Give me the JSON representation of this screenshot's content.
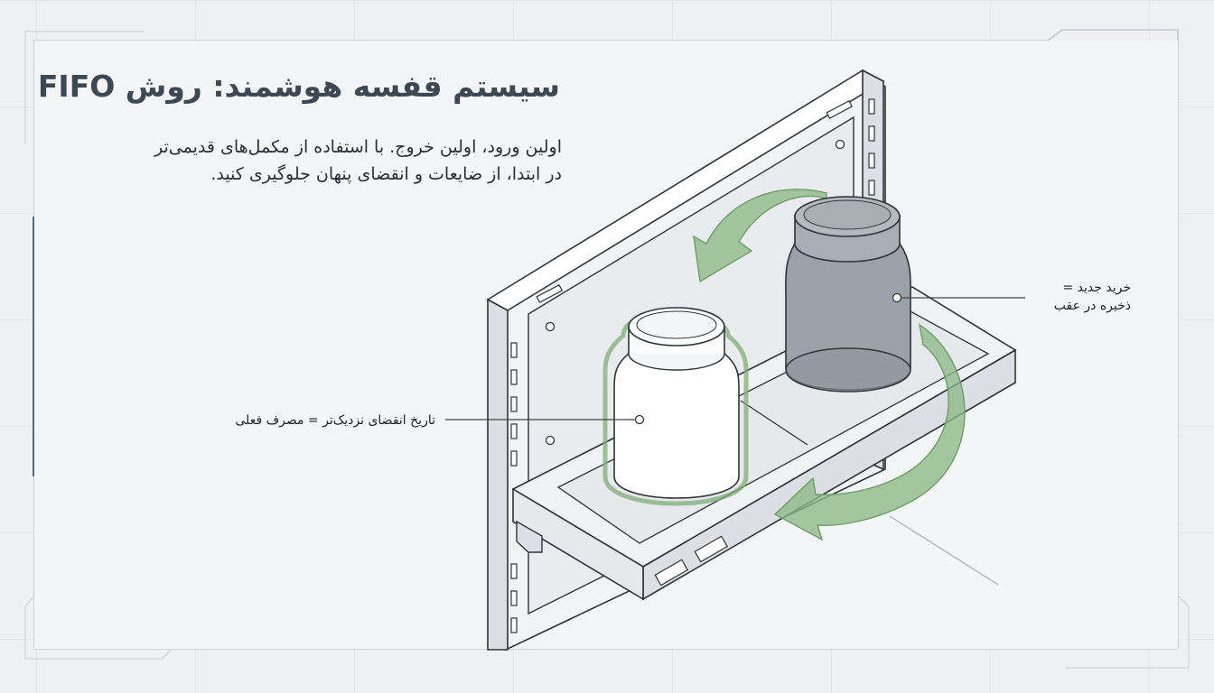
{
  "title": "سیستم قفسه هوشمند: روش FIFO",
  "subtitle": {
    "line1": "اولین ورود، اولین خروج. با استفاده از مکمل‌های قدیمی‌تر",
    "line2": "در ابتدا، از ضایعات و انقضای پنهان جلوگیری کنید."
  },
  "callouts": {
    "new_stock": {
      "line1": "خرید جدید =",
      "line2": "ذخیره در عقب"
    },
    "old_stock": {
      "line1": "تاریخ انقضای نزدیک‌تر = مصرف فعلی"
    }
  },
  "colors": {
    "frame_accent": "#5c6773",
    "arrow_green": "#8db886",
    "highlight_green": "#7fae77",
    "jar_dark": "#9aa1a9",
    "jar_light": "#ffffff"
  }
}
